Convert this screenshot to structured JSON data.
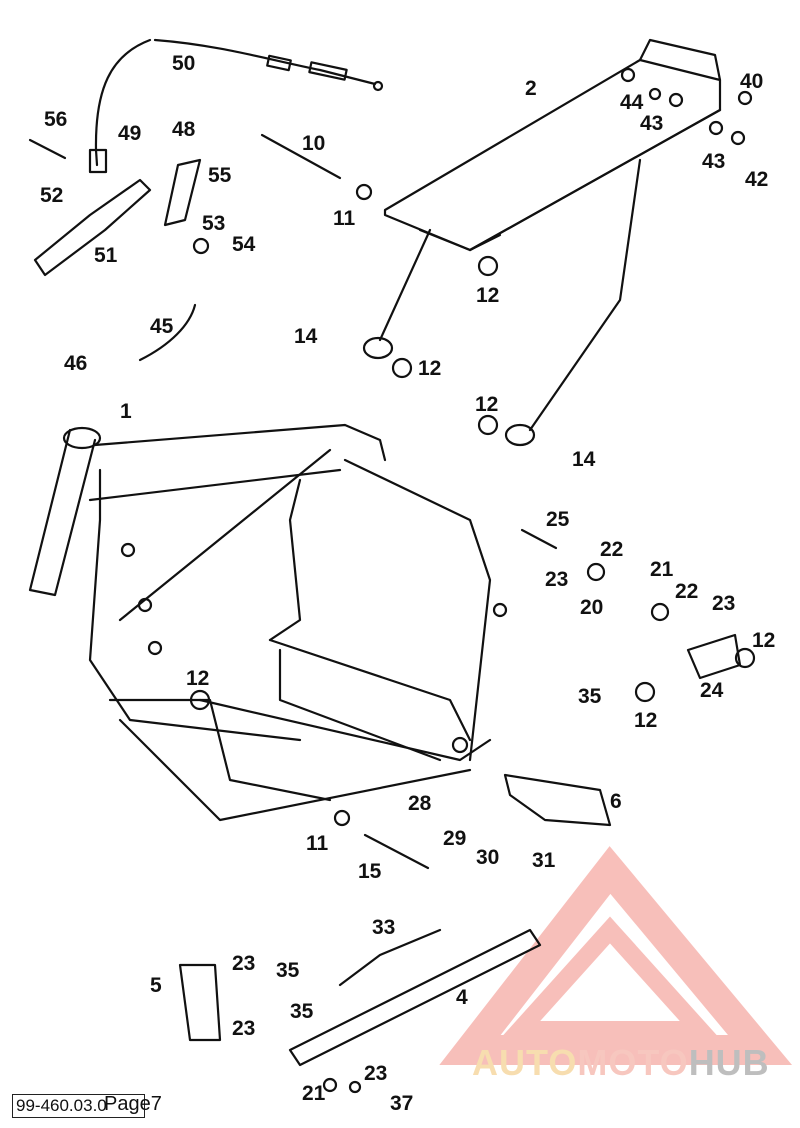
{
  "document": {
    "reference": "99-460.03.0",
    "page": "Page7"
  },
  "watermark": {
    "auto": "AUTO",
    "moto": "MOTO",
    "hub": "HUB",
    "colors": {
      "auto": "#f2c26e",
      "moto": "#f29a8c",
      "hub": "#8a8a8a",
      "logo": "#f28b82"
    }
  },
  "labels": {
    "p50": "50",
    "p2": "2",
    "p40": "40",
    "p44": "44",
    "p43a": "43",
    "p43b": "43",
    "p42": "42",
    "p56": "56",
    "p49": "49",
    "p48": "48",
    "p10": "10",
    "p55": "55",
    "p52": "52",
    "p53": "53",
    "p54": "54",
    "p51": "51",
    "p11a": "11",
    "p12a": "12",
    "p45": "45",
    "p14a": "14",
    "p46": "46",
    "p12b": "12",
    "p12c": "12",
    "p1": "1",
    "p14b": "14",
    "p25": "25",
    "p22a": "22",
    "p23a": "23",
    "p21a": "21",
    "p22b": "22",
    "p20": "20",
    "p23b": "23",
    "p12d": "12",
    "p12e": "12",
    "p35a": "35",
    "p24": "24",
    "p12f": "12",
    "p28": "28",
    "p6": "6",
    "p11b": "11",
    "p29": "29",
    "p30": "30",
    "p31": "31",
    "p15": "15",
    "p33": "33",
    "p5": "5",
    "p23c": "23",
    "p35b": "35",
    "p4": "4",
    "p35c": "35",
    "p23d": "23",
    "p23e": "23",
    "p21b": "21",
    "p37": "37"
  }
}
